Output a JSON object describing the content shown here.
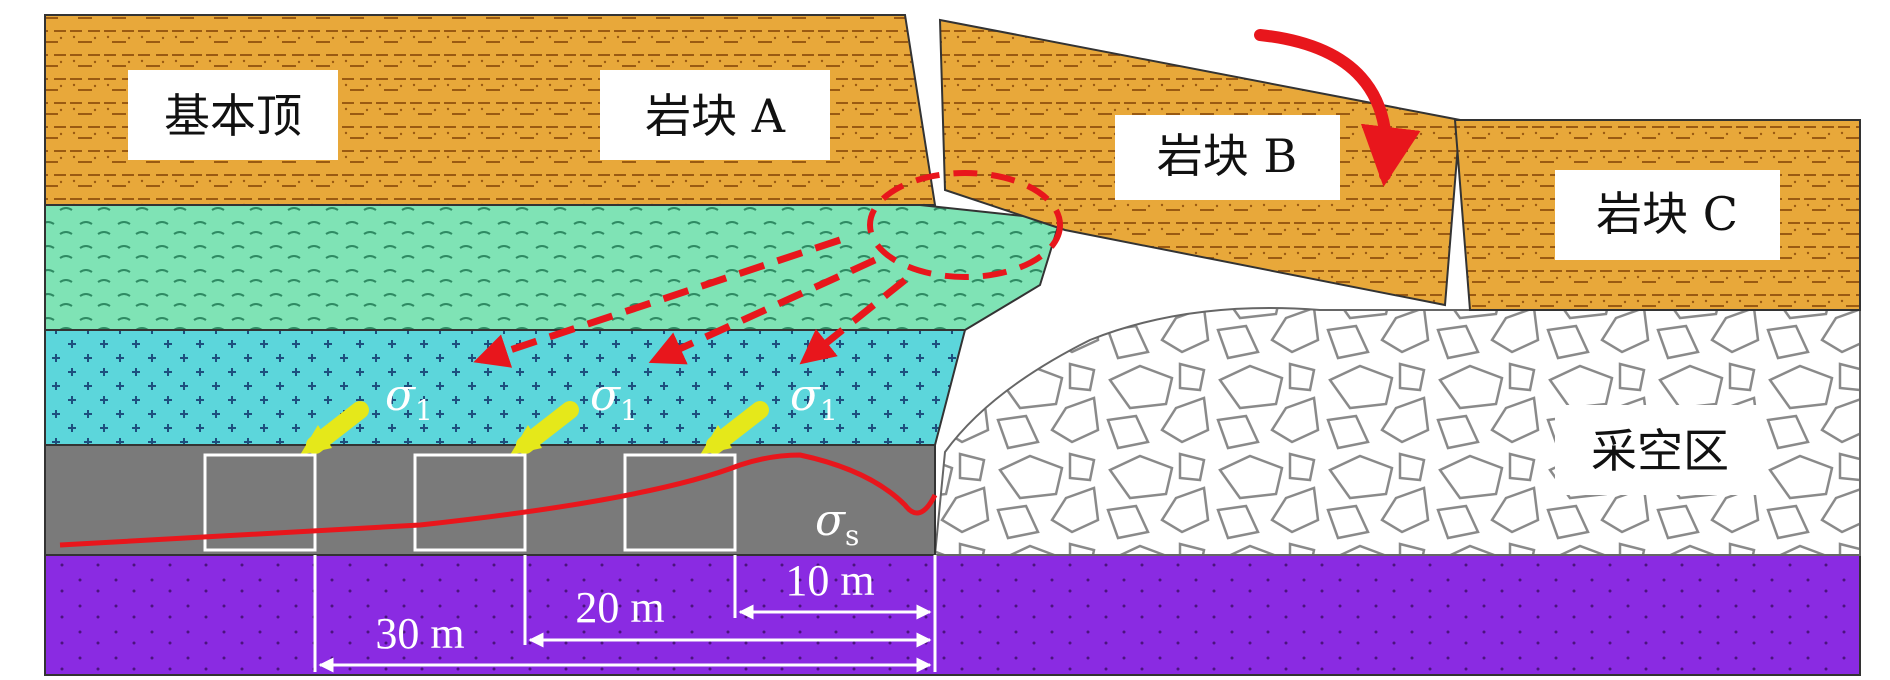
{
  "labels": {
    "main_roof": "基本顶",
    "block_a": "岩块 A",
    "block_b": "岩块 B",
    "block_c": "岩块 C",
    "goaf": "采空区"
  },
  "stress": {
    "symbol": "σ",
    "principal_sub": "1",
    "support_sub": "s"
  },
  "dimensions": {
    "d10": "10 m",
    "d20": "20 m",
    "d30": "30 m"
  },
  "colors": {
    "roof": "#E8A83A",
    "green_layer": "#7FE3B5",
    "cyan_layer": "#5CD6DB",
    "coal_seam": "#7A7A7A",
    "floor": "#8A2BE2",
    "stress_red": "#E8161C",
    "arrow_yellow": "#E5E81A"
  }
}
